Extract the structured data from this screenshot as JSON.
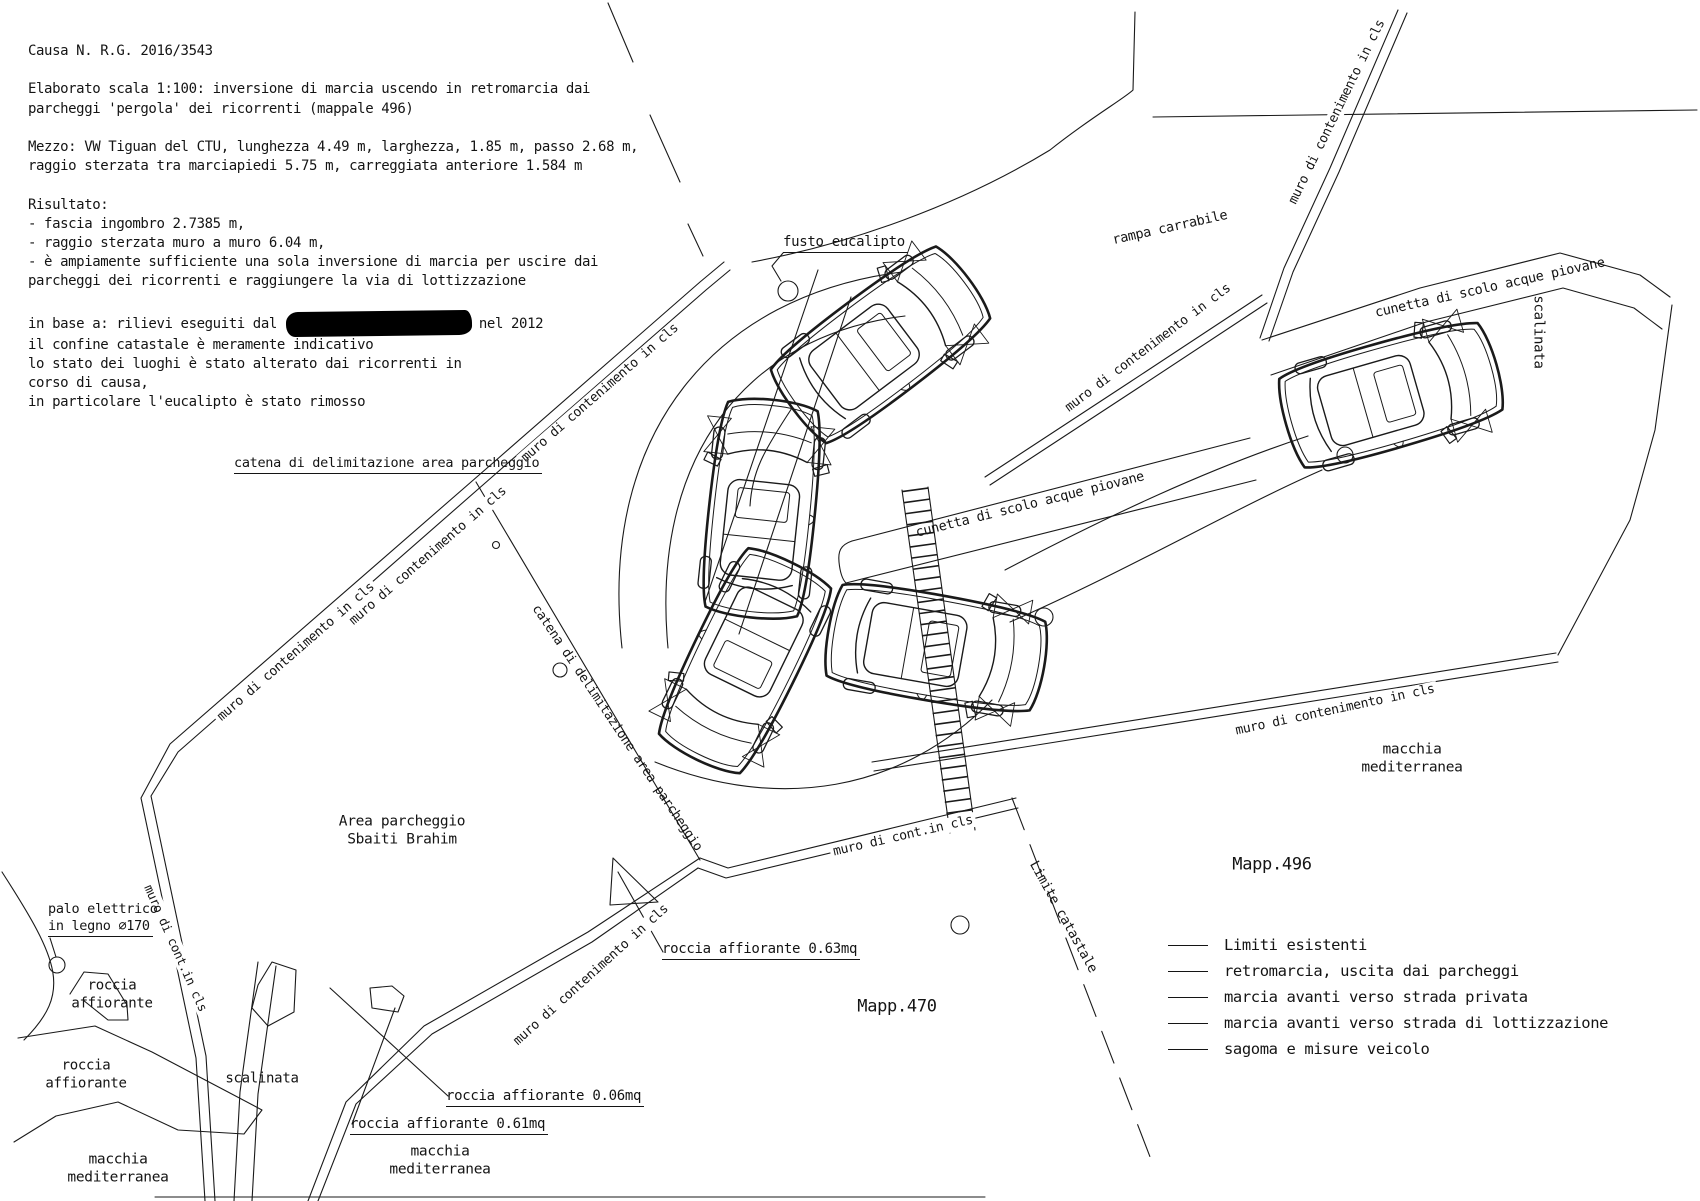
{
  "header": {
    "lines": [
      "Causa N. R.G. 2016/3543",
      "",
      "Elaborato scala 1:100: inversione di marcia uscendo in retromarcia dai",
      "parcheggi 'pergola' dei ricorrenti (mappale 496)",
      "",
      "Mezzo: VW Tiguan del CTU, lunghezza 4.49 m, larghezza, 1.85 m, passo 2.68 m,",
      "raggio sterzata tra marciapiedi 5.75 m, carreggiata anteriore 1.584 m",
      "",
      "Risultato:",
      "- fascia ingombro 2.7385 m,",
      "- raggio sterzata muro a muro 6.04 m,",
      "- è ampiamente sufficiente una sola inversione di marcia per uscire dai",
      "parcheggi dei ricorrenti e raggiungere la via di lottizzazione",
      ""
    ],
    "basis": {
      "before_redaction": "in base a: rilievi eseguiti dal",
      "after_redaction": "nel 2012"
    },
    "notes": [
      "il confine catastale è meramente indicativo",
      "lo stato dei luoghi è stato alterato dai ricorrenti in",
      "corso di causa,",
      "in particolare l'eucalipto è stato rimosso"
    ]
  },
  "plan_labels": {
    "muro_contenimento": "muro di contenimento in cls",
    "muro_cont_short": "muro di cont.in cls",
    "cunetta": "cunetta di scolo acque piovane",
    "catena": "catena di delimitazione area parcheggio",
    "rampa_carrabile": "rampa carrabile",
    "fusto_eucalipto": "fusto eucalipto",
    "scalinata": "scalinata",
    "limite_catastale": "Limite catastale",
    "area_parcheggio_line1": "Area parcheggio",
    "area_parcheggio_line2": "Sbaiti Brahim",
    "mapp_496": "Mapp.496",
    "mapp_470": "Mapp.470",
    "macchia_line1": "macchia",
    "macchia_line2": "mediterranea",
    "roccia_line1": "roccia",
    "roccia_line2": "affiorante",
    "roccia_063": "roccia affiorante 0.63mq",
    "roccia_006": "roccia affiorante 0.06mq",
    "roccia_061": "roccia affiorante 0.61mq",
    "palo_line1": "palo elettrico",
    "palo_line2": "in legno ∅170"
  },
  "legend": {
    "items": [
      "Limiti esistenti",
      "retromarcia, uscita dai parcheggi",
      "marcia avanti verso strada privata",
      "marcia avanti verso strada di lottizzazione",
      "sagoma e misure veicolo"
    ]
  },
  "colors": {
    "ink": "#1a1a1a",
    "paper": "#ffffff",
    "redaction": "#000000"
  }
}
